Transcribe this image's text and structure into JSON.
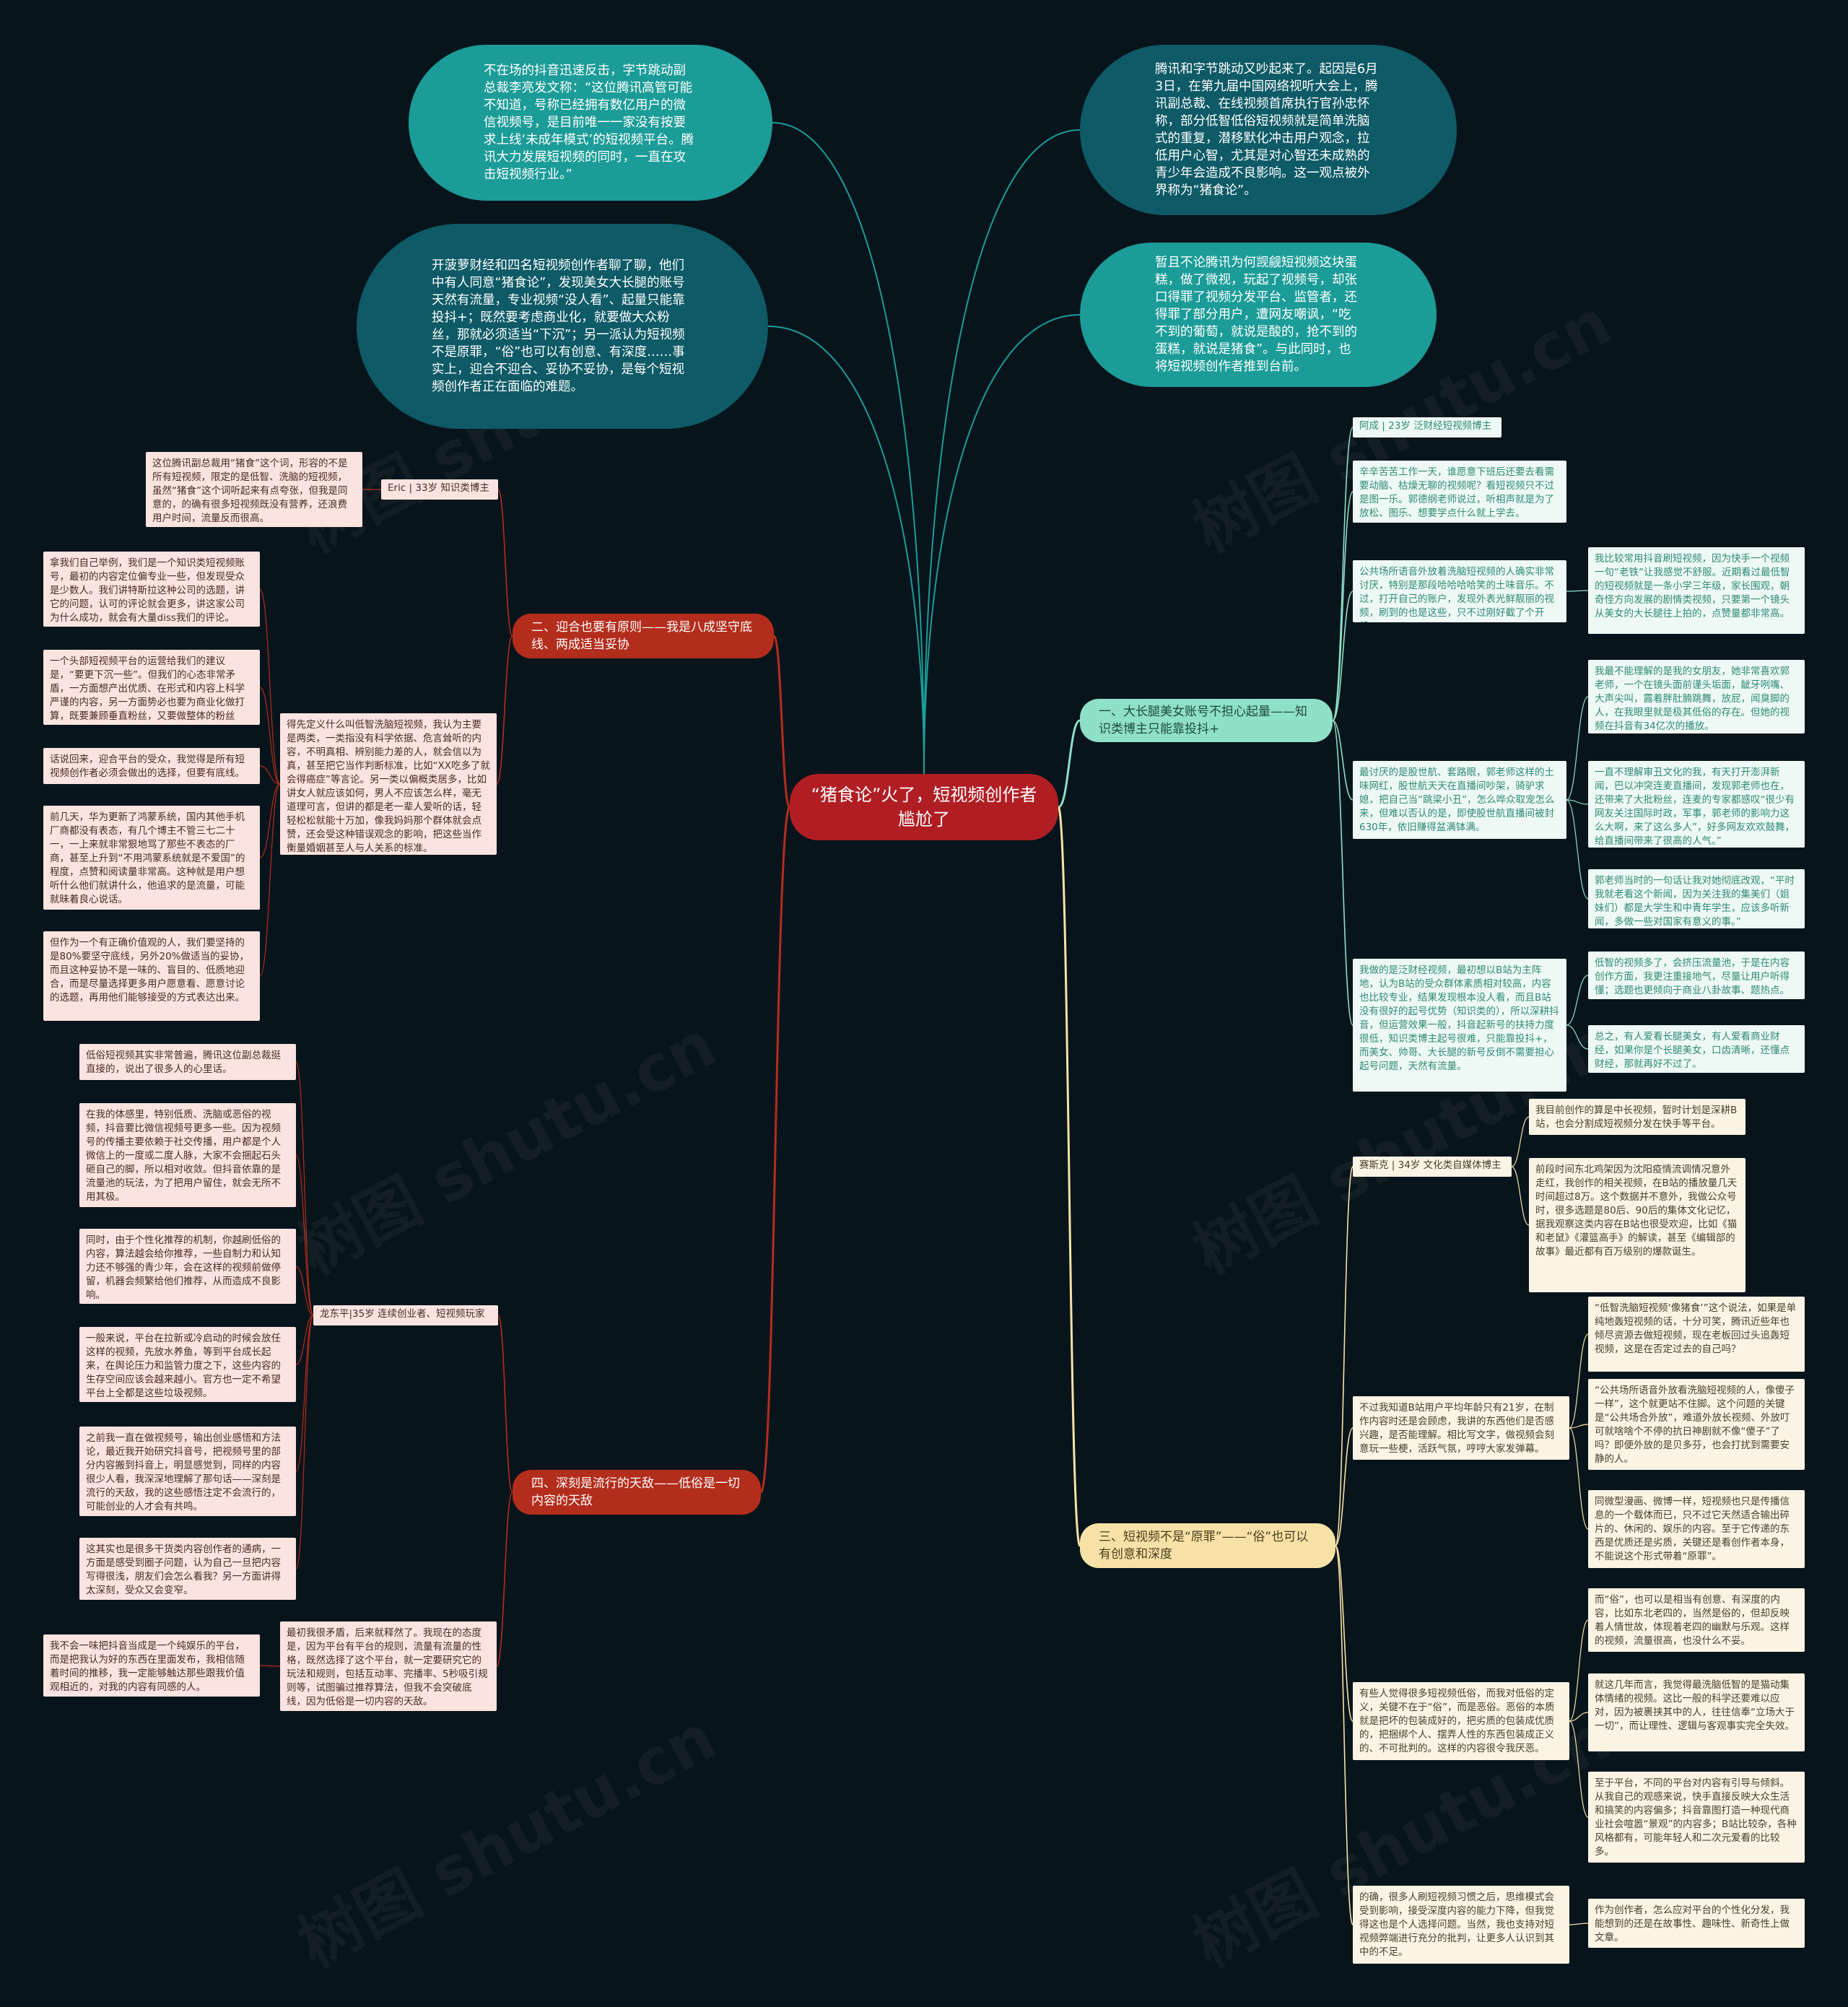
{
  "colors": {
    "background": "#08141b",
    "root": "#b01e24",
    "branch_red": "#b32d1c",
    "branch_green": "#8ee0c6",
    "branch_yellow": "#f6e2a6",
    "oval_teal": "#1c9c98",
    "oval_dark": "#0e5a66"
  },
  "root": {
    "label": "“猪食论”火了，短视频创作者尴尬了"
  },
  "watermark": {
    "text": "树图 shutu.cn"
  },
  "top_ovals": [
    {
      "text": "不在场的抖音迅速反击，字节跳动副总裁李亮发文称：“这位腾讯高管可能不知道，号称已经拥有数亿用户的微信视频号，是目前唯一一家没有按要求上线‘未成年模式’的短视频平台。腾讯大力发展短视频的同时，一直在攻击短视频行业。”"
    },
    {
      "text": "腾讯和字节跳动又吵起来了。起因是6月3日，在第九届中国网络视听大会上，腾讯副总裁、在线视频首席执行官孙忠怀称，部分低智低俗短视频就是简单洗脑式的重复，潜移默化冲击用户观念，拉低用户心智，尤其是对心智还未成熟的青少年会造成不良影响。这一观点被外界称为“猪食论”。"
    },
    {
      "text": "开菠萝财经和四名短视频创作者聊了聊，他们中有人同意“猪食论”，发现美女大长腿的账号天然有流量，专业视频“没人看”、起量只能靠投抖+；既然要考虑商业化，就要做大众粉丝，那就必须适当“下沉”；另一派认为短视频不是原罪，“俗”也可以有创意、有深度……事实上，迎合不迎合、妥协不妥协，是每个短视频创作者正在面临的难题。"
    },
    {
      "text": "暂且不论腾讯为何觊觎短视频这块蛋糕，做了微视，玩起了视频号，却张口得罪了视频分发平台、监管者，还得罪了部分用户，遭网友嘲讽，“吃不到的葡萄，就说是酸的，抢不到的蛋糕，就说是猪食”。与此同时，也将短视频创作者推到台前。"
    }
  ],
  "branch1": {
    "label": "一、大长腿美女账号不担心起量——知识类博主只能靠投抖+",
    "person": "阿成 | 23岁 泛财经短视频博主",
    "items": [
      {
        "text": "辛辛苦苦工作一天，谁愿意下班后还要去看需要动脑、枯燥无聊的视频呢？看短视频只不过是图一乐。郭德纲老师说过，听相声就是为了放松、图乐、想要学点什么就上学去。"
      },
      {
        "text": "公共场所语音外放着洗脑短视频的人确实非常讨厌，特别是那段哈哈哈哈笑的土味音乐。不过，打开自己的账户，发现外表光鲜靓丽的视频，刷到的也是这些，只不过刚好截了个开机。"
      },
      {
        "text": "最讨厌的是股世航、套路眼，郭老师这样的土味网红，股世航天天在直播间吵架，骑驴求媳，把自己当“跳梁小丑”，怎么哗众取宠怎么来，但难以否认的是，即使股世航直播间被封630年，依旧赚得盆满钵满。"
      },
      {
        "text": "我做的是泛财经视频，最初想以B站为主阵地，认为B站的受众群体素质相对较高，内容也比较专业，结果发现根本没人看，而且B站没有很好的起号优势（知识类的），所以深耕抖音，但运营效果一般，抖音起新号的扶持力度很低，知识类博主起号很难，只能靠投抖+，而美女、帅哥、大长腿的新号反倒不需要担心起号问题，天然有流量。"
      }
    ],
    "subs": [
      {
        "text": "我比较常用抖音刷短视频，因为快手一个视频一句“老铁”让我感觉不舒服。近期看过最低智的短视频就是一条小学三年级，家长围观，朝奇怪方向发展的剧情类视频，只要第一个镜头从美女的大长腿往上拍的，点赞量都非常高。"
      },
      {
        "text": "我最不能理解的是我的女朋友，她非常喜欢郭老师，一个在镜头面前谨头垢面，龇牙咧嘴、大声尖叫，露着胖肚腩跳舞，放屁，闻臭脚的人，在我眼里就是极其低俗的存在。但她的视频在抖音有34亿次的播放。"
      },
      {
        "text": "一直不理解审丑文化的我，有天打开澎湃新闻，巴以冲突连麦直播间，发现郭老师也在，还带来了大批粉丝，连麦的专家都感叹“很少有网友关注国际时政，军事，郭老师的影响力这么大啊，来了这么多人”，好多网友欢欢鼓舞，给直播间带来了很高的人气。”"
      },
      {
        "text": "郭老师当时的一句话让我对她彻底改观，“平时我就老看这个新闻，因为关注我的集美们（姐妹们）都是大学生和中青年学生，应该多听新闻，多做一些对国家有意义的事。”"
      },
      {
        "text": "低智的视频多了，会挤压流量池，于是在内容创作方面，我更注重接地气，尽量让用户听得懂；选题也更倾向于商业八卦故事、题热点。"
      },
      {
        "text": "总之，有人爱看长腿美女，有人爱看商业财经，如果你是个长腿美女，口齿清晰，还懂点财经，那就再好不过了。"
      }
    ]
  },
  "branch2": {
    "label": "二、迎合也要有原则——我是八成坚守底线、两成适当妥协",
    "person": "Eric | 33岁 知识类博主",
    "person_note": {
      "text": "这位腾讯副总裁用“猪食”这个词，形容的不是所有短视频，限定的是低智、洗脑的短视频，虽然“猪食”这个词听起来有点夸张，但我是同意的，的确有很多短视频既没有营养，还浪费用户时间，流量反而很高。"
    },
    "center": {
      "text": "得先定义什么叫低智洗脑短视频，我认为主要是两类，一类指没有科学依据、危言耸听的内容，不明真相、辨别能力差的人，就会信以为真，甚至把它当作判断标准，比如“XX吃多了就会得癌症”等言论。另一类以偏概类居多，比如讲女人就应该如何，男人不应该怎么样，毫无道理可言，但讲的都是老一辈人爱听的话，轻轻松松就能十万加，像我妈妈那个群体就会点赞，还会受这种错误观念的影响，把这些当作衡量婚姻甚至人与人关系的标准。"
    },
    "items": [
      {
        "text": "拿我们自己举例，我们是一个知识类短视频账号，最初的内容定位偏专业一些，但发现受众是少数人。我们讲特斯拉这种公司的选题，讲它的问题，认可的评论就会更多，讲这家公司为什么成功，就会有大量diss我们的评论。"
      },
      {
        "text": "一个头部短视频平台的运营给我们的建议是，“要更下沉一些”。但我们的心态非常矛盾，一方面想产出优质、在形式和内容上科学严谨的内容，另一方面势必也要为商业化做打算，既要兼顾垂直粉丝，又要做整体的粉丝量。"
      },
      {
        "text": "话说回来，迎合平台的受众，我觉得是所有短视频创作者必须会做出的选择，但要有底线。"
      },
      {
        "text": "前几天，华为更新了鸿蒙系统，国内其他手机厂商都没有表态，有几个博主不管三七二十一，一上来就非常狠地骂了那些不表态的厂商，甚至上升到“不用鸿蒙系统就是不爱国”的程度，点赞和阅读量非常高。这种就是用户想听什么他们就讲什么，他追求的是流量，可能就昧着良心说话。"
      },
      {
        "text": "但作为一个有正确价值观的人，我们要坚持的是80%要坚守底线，另外20%做适当的妥协，而且这种妥协不是一味的、盲目的、低质地迎合，而是尽量选择更多用户愿意看、愿意讨论的选题，再用他们能够接受的方式表达出来。"
      }
    ]
  },
  "branch3": {
    "label": "三、短视频不是“原罪”——“俗”也可以有创意和深度",
    "person": "赛斯克 | 34岁 文化类自媒体博主",
    "person_subs": [
      {
        "text": "我目前创作的算是中长视频，暂时计划是深耕B站，也会分割成短视频分发在快手等平台。"
      },
      {
        "text": "前段时间东北鸡架因为沈阳疫情流调情况意外走红，我创作的相关视频，在B站的播放量几天时间超过8万。这个数据并不意外，我做公众号时，很多选题是80后、90后的集体文化记忆，据我观察这类内容在B站也很受欢迎，比如《猫和老鼠》《灌篮高手》的解读，甚至《编辑部的故事》最近都有百万级别的爆款诞生。"
      }
    ],
    "items": [
      {
        "text": "不过我知道B站用户平均年龄只有21岁，在制作内容时还是会顾虑，我讲的东西他们是否感兴趣，是否能理解。相比写文字，做视频会刻意玩一些梗，活跃气氛，哼哼大家发弹幕。"
      },
      {
        "text": "有些人觉得很多短视频低俗，而我对低俗的定义，关键不在于“俗”，而是恶俗。恶俗的本质就是把坏的包装成好的，把劣质的包装成优质的，把捆绑个人、摆弄人性的东西包装成正义的、不可批判的。这样的内容很令我厌恶。"
      },
      {
        "text": "的确，很多人刷短视频习惯之后，思维模式会受到影响，接受深度内容的能力下降，但我觉得这也是个人选择问题。当然，我也支持对短视频弊端进行充分的批判，让更多人认识到其中的不足。"
      }
    ],
    "subs_a": [
      {
        "text": "“低智洗脑短视频‘像猪食’”这个说法，如果是单纯地轰短视频的话，十分可笑，腾讯近些年也倾尽资源去做短视频，现在老板回过头追轰短视频，这是在否定过去的自己吗？"
      },
      {
        "text": "“公共场所语音外放看洗脑短视频的人，像傻子一样”，这个就更站不住脚。这个问题的关键是“公共场合外放”，难道外放长视频、外放叮可就啥啥个不停的抗日神剧就不像“傻子”了吗？即便外放的是贝多芬，也会打扰到需要安静的人。"
      },
      {
        "text": "同微型漫画、微博一样，短视频也只是传播信息的一个载体而已，只不过它天然适合输出碎片的、休闲的、娱乐的内容。至于它传递的东西是优质还是劣质，关键还是看创作者本身，不能说这个形式带着“原罪”。"
      }
    ],
    "subs_b": [
      {
        "text": "而“俗”，也可以是相当有创意、有深度的内容，比如东北老四的，当然是俗的，但却反映着人情世故，体现着老四的幽默与乐观。这样的视频，流量很高，也没什么不妥。"
      },
      {
        "text": "就这几年而言，我觉得最洗脑低智的是猫动集体情绪的视频。这比一般的科学还要难以应对，因为被裹挟其中的人，往往信奉“立场大于一切”，而让理性、逻辑与客观事实完全失效。"
      },
      {
        "text": "至于平台，不同的平台对内容有引导与倾斜。从我自己的观感来说，快手直接反映大众生活和搞笑的内容偏多；抖音靠图打造一种现代商业社会喧嚣“景观”的内容多；B站比较杂，各种风格都有，可能年轻人和二次元爱看的比较多。"
      }
    ],
    "subs_c": [
      {
        "text": "作为创作者，怎么应对平台的个性化分发，我能想到的还是在故事性、趣味性、新奇性上做文章。"
      }
    ]
  },
  "branch4": {
    "label": "四、深刻是流行的天敌——低俗是一切内容的天敌",
    "person": "龙东平|35岁 连续创业者、短视频玩家",
    "items": [
      {
        "text": "低俗短视频其实非常普遍，腾讯这位副总裁挺直接的，说出了很多人的心里话。"
      },
      {
        "text": "在我的体感里，特别低质、洗脑或恶俗的视频，抖音要比微信视频号更多一些。因为视频号的传播主要依赖于社交传播，用户都是个人微信上的一度或二度人脉，大家不会捆起石头砸自己的脚，所以相对收敛。但抖音依靠的是流量池的玩法，为了把用户留住，就会无所不用其极。"
      },
      {
        "text": "同时，由于个性化推荐的机制，你越刷低俗的内容，算法越会给你推荐，一些自制力和认知力还不够强的青少年，会在这样的视频前做停留，机器会频繁给他们推荐，从而造成不良影响。"
      },
      {
        "text": "一般来说，平台在拉新或冷启动的时候会放任这样的视频，先放水养鱼，等到平台成长起来，在舆论压力和监管力度之下，这些内容的生存空间应该会越来越小。官方也一定不希望平台上全都是这些垃圾视频。"
      },
      {
        "text": "之前我一直在做视频号，输出创业感悟和方法论，最近我开始研究抖音号，把视频号里的部分内容搬到抖音上，明显感觉到，同样的内容很少人看，我深深地理解了那句话——深刻是流行的天敌，我的这些感悟注定不会流行的，可能创业的人才会有共鸣。"
      },
      {
        "text": "这其实也是很多干货类内容创作者的通病，一方面是感受到圈子问题，认为自己一旦把内容写得很浅，朋友们会怎么看我？另一方面讲得太深刻，受众又会变窄。"
      },
      {
        "text": "最初我很矛盾，后来就释然了。我现在的态度是，因为平台有平台的规则，流量有流量的性格，既然选择了这个平台，就一定要研究它的玩法和规则，包括互动率、完播率、5秒吸引规则等，试图骗过推荐算法，但我不会突破底线，因为低俗是一切内容的天敌。"
      }
    ],
    "subs_last": [
      {
        "text": "我不会一味把抖音当成是一个纯娱乐的平台，而是把我认为好的东西在里面发布，我相信随着时间的推移，我一定能够触达那些跟我价值观相近的，对我的内容有同感的人。"
      }
    ]
  }
}
